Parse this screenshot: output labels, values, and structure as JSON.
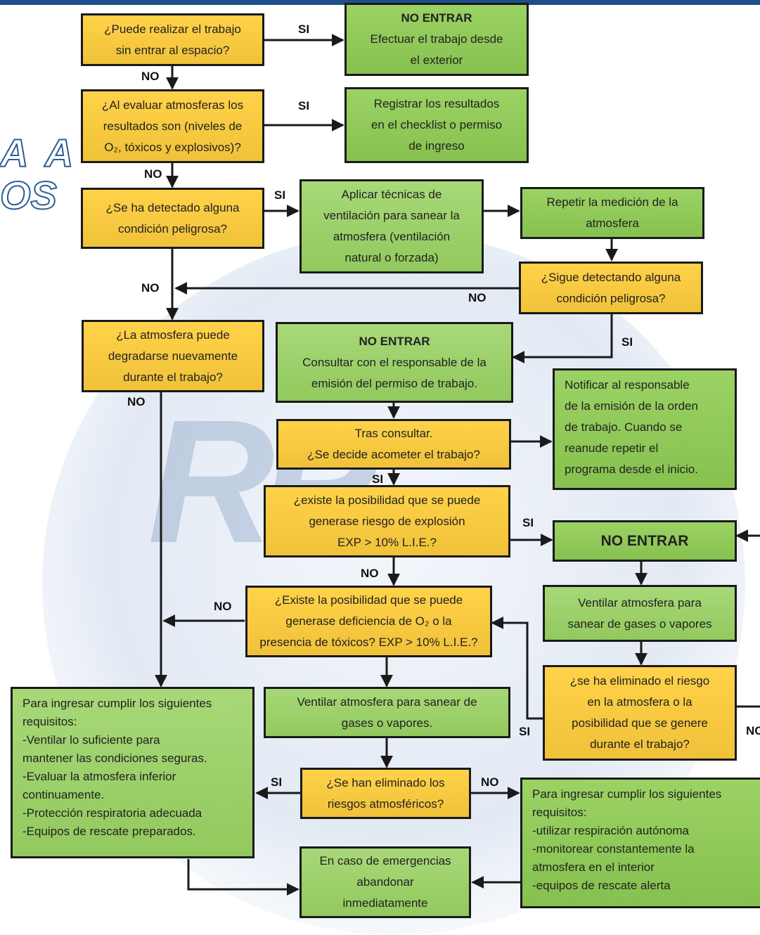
{
  "watermark": {
    "line1": "A A",
    "line2": "OS",
    "logo": "RP"
  },
  "nodes": {
    "q1": "¿Puede realizar el trabajo\nsin entrar al espacio?",
    "r1_title": "NO ENTRAR",
    "r1_body": "Efectuar el trabajo desde\nel exterior",
    "q2": "¿Al evaluar atmosferas los\nresultados son (niveles de\nO₂, tóxicos y explosivos)?",
    "r2": "Registrar los resultados\nen el checklist o permiso\nde ingreso",
    "q3": "¿Se ha detectado alguna\ncondición peligrosa?",
    "vent1": "Aplicar técnicas de\nventilación para sanear la\natmosfera (ventilación\nnatural o forzada)",
    "repeat": "Repetir la medición de la\natmosfera",
    "q3b": "¿Sigue detectando alguna\ncondición peligrosa?",
    "q4": "¿La atmosfera puede\ndegradarse nuevamente\ndurante el trabajo?",
    "consult_title": "NO ENTRAR",
    "consult_body": "Consultar con el responsable de la\nemisión del permiso de trabajo.",
    "notify": "Notificar al responsable\nde la emisión de la orden\nde trabajo. Cuando se\nreanude repetir el\nprograma desde el inicio.",
    "q5": "Tras consultar.\n¿Se decide acometer el trabajo?",
    "q6": "¿existe la posibilidad que se puede\ngenerase  riesgo  de explosión\nEXP > 10% L.I.E.?",
    "noenter": "NO ENTRAR",
    "vent2": "Ventilar atmosfera para\nsanear de gases o vapores",
    "q7": "¿Existe la posibilidad que se puede\ngenerase deficiencia de O₂ o la\npresencia de tóxicos? EXP > 10% L.I.E.?",
    "q8": "¿se ha eliminado el riesgo\nen la atmosfera o la\nposibilidad que se genere\ndurante el trabajo?",
    "req1": "Para ingresar cumplir los siguientes\nrequisitos:\n-Ventilar lo suficiente para\nmantener las condiciones seguras.\n-Evaluar la atmosfera inferior\ncontinuamente.\n-Protección respiratoria adecuada\n-Equipos de rescate preparados.",
    "vent3": "Ventilar atmosfera para sanear de\ngases o vapores.",
    "q9": "¿Se han eliminado los\nriesgos atmosféricos?",
    "req2": "Para ingresar cumplir los siguientes\nrequisitos:\n-utilizar respiración autónoma\n-monitorear constantemente la\natmosfera en el interior\n-equipos de rescate alerta",
    "emerg": "En caso de emergencias\nabandonar\ninmediatamente"
  },
  "labels": {
    "si": "SI",
    "no": "NO",
    "no_cut": "NO"
  },
  "colors": {
    "question": "#f0c23a",
    "action": "#86c14f",
    "border": "#1a1a1a",
    "top_bar": "#1f4e8c"
  }
}
